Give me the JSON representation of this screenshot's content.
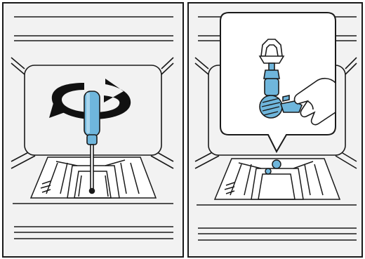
{
  "figure": {
    "panels": [
      {
        "step": "loosen-screw",
        "icons": [
          "oven-interior",
          "rotation-arrow-icon",
          "screwdriver-icon",
          "fan-guard"
        ]
      },
      {
        "step": "remove-fan-part",
        "icons": [
          "oven-interior",
          "callout-bubble",
          "fan-nut-icon",
          "hand-icon",
          "fan-guard"
        ]
      }
    ],
    "colors": {
      "line": "#1a1a1a",
      "panel_bg": "#f2f2f2",
      "accent_blue": "#6fb6dc",
      "accent_blue_dark": "#3a86b4",
      "white": "#ffffff"
    }
  }
}
